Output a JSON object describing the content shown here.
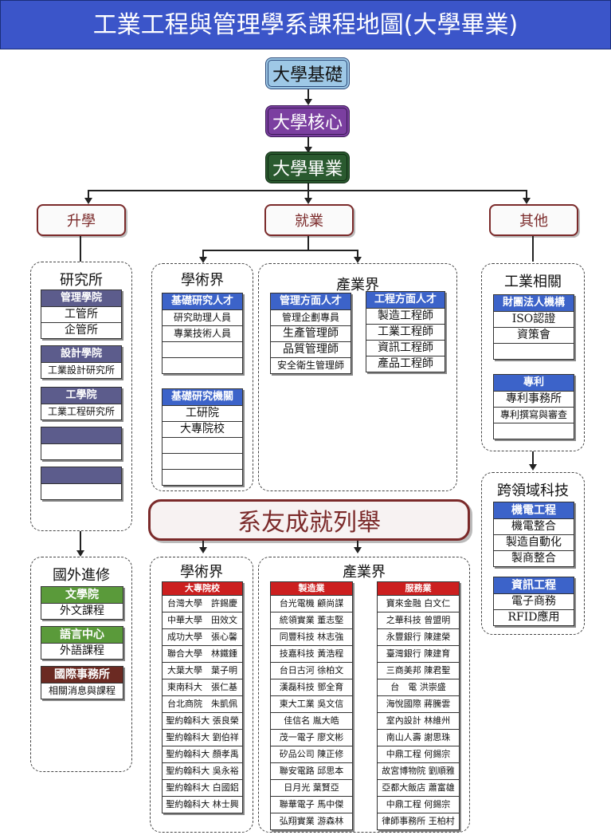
{
  "title": "工業工程與管理學系課程地圖(大學畢業)",
  "stages": [
    "大學基礎",
    "大學核心",
    "大學畢業"
  ],
  "categories": [
    "升學",
    "就業",
    "其他"
  ],
  "grad_school": {
    "title": "研究所",
    "groups": [
      {
        "header": "管理學院",
        "rows": [
          "工管所",
          "企管所"
        ]
      },
      {
        "header": "設計學院",
        "rows": [
          "工業設計研究所"
        ]
      },
      {
        "header": "工學院",
        "rows": [
          "工業工程研究所"
        ]
      },
      {
        "header": "",
        "rows": [
          ""
        ]
      },
      {
        "header": "",
        "rows": [
          ""
        ]
      }
    ]
  },
  "abroad": {
    "title": "國外進修",
    "groups": [
      {
        "header": "文學院",
        "rows": [
          "外文課程"
        ]
      },
      {
        "header": "語言中心",
        "rows": [
          "外語課程"
        ]
      },
      {
        "header": "國際事務所",
        "rows": [
          "相關消息與課程"
        ]
      }
    ]
  },
  "academia": {
    "title": "學術界",
    "groups": [
      {
        "header": "基礎研究人才",
        "rows": [
          "研究助理人員",
          "專業技術人員",
          "",
          ""
        ]
      },
      {
        "header": "基礎研究機關",
        "rows": [
          "工研院",
          "大專院校",
          "",
          "",
          ""
        ]
      }
    ]
  },
  "industry": {
    "title": "產業界",
    "groups": [
      {
        "header": "管理方面人才",
        "rows": [
          "管理企劃專員",
          "生產管理師",
          "品質管理師",
          "安全衛生管理師"
        ]
      },
      {
        "header": "工程方面人才",
        "rows": [
          "製造工程師",
          "工業工程師",
          "資訊工程師",
          "產品工程師"
        ]
      }
    ]
  },
  "ie_related": {
    "title": "工業相關",
    "groups": [
      {
        "header": "財團法人機構",
        "rows": [
          "ISO認證",
          "資策會",
          ""
        ]
      },
      {
        "header": "專利",
        "rows": [
          "專利事務所",
          "專利撰寫與審查",
          ""
        ]
      }
    ]
  },
  "cross": {
    "title": "跨領域科技",
    "groups": [
      {
        "header": "機電工程",
        "rows": [
          "機電整合",
          "製造自動化",
          "製商整合"
        ]
      },
      {
        "header": "資訊工程",
        "rows": [
          "電子商務",
          "RFID應用"
        ]
      }
    ]
  },
  "alumni_banner": "系友成就列舉",
  "alumni_academia": {
    "title": "學術界",
    "header": "大專院校",
    "rows": [
      "台灣大學　許錫慶",
      "中華大學　田效文",
      "成功大學　張心馨",
      "聯合大學　林鐵鍾",
      "大葉大學　葉子明",
      "東南科大　張仁基",
      "台北商院　朱凱佩",
      "聖約翰科大 張良榮",
      "聖約翰科大 劉伯祥",
      "聖約翰科大 顏孝禹",
      "聖約翰科大 吳永裕",
      "聖約翰科大 白國鋁",
      "聖約翰科大 林士興"
    ]
  },
  "alumni_industry": {
    "title": "產業界",
    "groups": [
      {
        "header": "製造業",
        "rows": [
          "台光電機 顧尚謀",
          "統領實業 董志堅",
          "同豐科技 林志強",
          "技嘉科技 黃浩程",
          "台日古河 徐柏文",
          "漢磊科技 鄧全育",
          "東大工業 吳文信",
          "佳信名 胤大皓",
          "茂一電子 廖文彬",
          "矽品公司 陳正修",
          "聯安電路 邱思本",
          "日月光 葉賢亞",
          "聯華電子 馬中傑",
          "弘翔實業 游森林"
        ]
      },
      {
        "header": "服務業",
        "rows": [
          "寶來金融 白文仁",
          "之華科技 曾盟明",
          "永豐銀行 陳建榮",
          "臺灣銀行 陳建育",
          "三商美邦 陳君聖",
          "台　電 洪崇盛",
          "海悅國際 蔣騰雲",
          "室內設計 林維州",
          "南山人壽 謝思珠",
          "中鼎工程 何錫宗",
          "故宮博物院 劉順雅",
          "亞都大飯店 蕭富雄",
          "中鼎工程 何錫宗",
          "律師事務所 王柏村"
        ]
      }
    ]
  },
  "colors": {
    "title_bg": "#3b55c9",
    "stage_blue": "#9ec8e6",
    "stage_purple": "#7b3fa0",
    "stage_green": "#2a5a2f",
    "dark_accent": "#7b2a2a",
    "blue_header": "#3c63c9",
    "slate_header": "#5c5c8c",
    "green_header": "#5a9a3a",
    "brown_header": "#6b2a22",
    "red_header": "#cc1f1f"
  }
}
